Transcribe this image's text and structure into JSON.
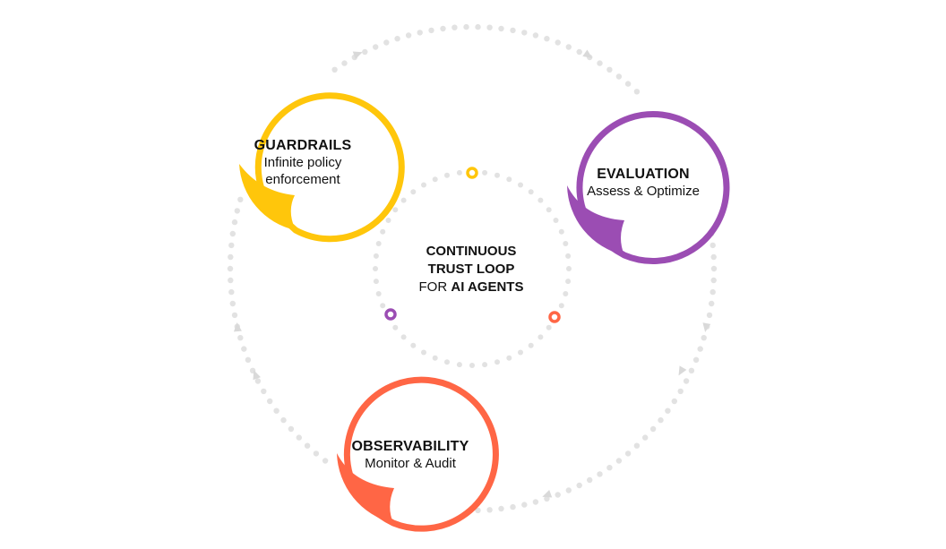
{
  "center": {
    "line1": "CONTINUOUS",
    "line2": "TRUST LOOP",
    "line3_prefix": "FOR",
    "line3_bold": "AI AGENTS"
  },
  "nodes": [
    {
      "id": "guardrails",
      "title": "GUARDRAILS",
      "subtitle_lines": [
        "Infinite policy",
        "enforcement"
      ],
      "color": "#FFC60B"
    },
    {
      "id": "evaluation",
      "title": "EVALUATION",
      "subtitle_lines": [
        "Assess & Optimize"
      ],
      "color": "#9B4DB3"
    },
    {
      "id": "observability",
      "title": "OBSERVABILITY",
      "subtitle_lines": [
        "Monitor & Audit"
      ],
      "color": "#FF6645"
    }
  ],
  "colors": {
    "dots": "#E2E2E2",
    "arrows": "#D9D9D9",
    "text": "#111111",
    "background": "#FFFFFF"
  }
}
